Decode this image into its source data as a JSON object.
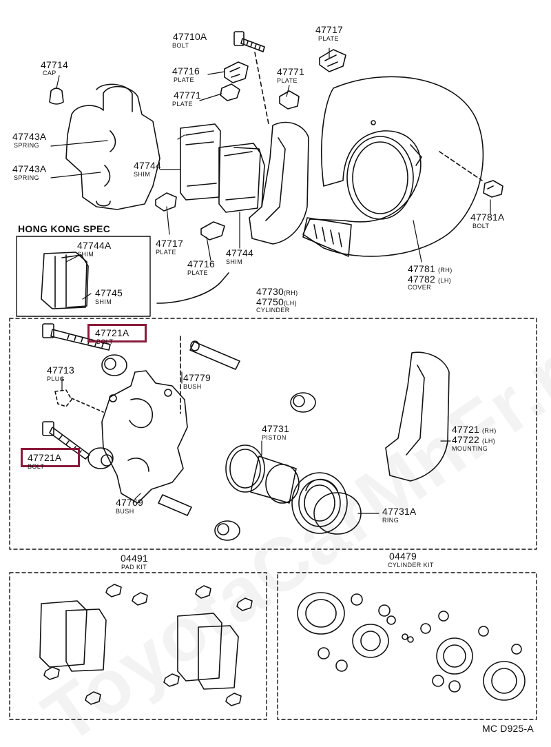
{
  "watermark": "ToyotaCarMnFr.ru",
  "code": "MC D925-A",
  "hk_title": "HONG KONG SPEC",
  "parts": [
    {
      "num": "47710A",
      "desc": "BOLT"
    },
    {
      "num": "47717",
      "desc": "PLATE"
    },
    {
      "num": "47714",
      "desc": "CAP"
    },
    {
      "num": "47716",
      "desc": "PLATE"
    },
    {
      "num": "47771",
      "desc": "PLATE"
    },
    {
      "num": "47771",
      "desc": "PLATE"
    },
    {
      "num": "47743A",
      "desc": "SPRING"
    },
    {
      "num": "47743A",
      "desc": "SPRING"
    },
    {
      "num": "47744",
      "desc": "SHIM"
    },
    {
      "num": "47781A",
      "desc": "BOLT"
    },
    {
      "num": "47744A",
      "desc": "SHIM"
    },
    {
      "num": "47745",
      "desc": "SHIM"
    },
    {
      "num": "47717",
      "desc": "PLATE"
    },
    {
      "num": "47716",
      "desc": "PLATE"
    },
    {
      "num": "47744",
      "desc": "SHIM"
    },
    {
      "num": "47721A",
      "desc": "BOLT"
    },
    {
      "num": "47713",
      "desc": "PLUG"
    },
    {
      "num": "47779",
      "desc": "BUSH"
    },
    {
      "num": "47721A",
      "desc": "BOLT"
    },
    {
      "num": "47731",
      "desc": "PISTON"
    },
    {
      "num": "47769",
      "desc": "BUSH"
    },
    {
      "num": "47731A",
      "desc": "RING"
    },
    {
      "num": "04491",
      "desc": "PAD KIT"
    },
    {
      "num": "04479",
      "desc": "CYLINDER KIT"
    }
  ],
  "cover": {
    "num1": "47781",
    "rh": "(RH)",
    "num2": "47782",
    "lh": "(LH)",
    "desc": "COVER"
  },
  "cylinder": {
    "num1": "47730",
    "rh": "(RH)",
    "num2": "47750",
    "lh": "(LH)",
    "desc": "CYLINDER"
  },
  "mounting": {
    "num1": "47721",
    "rh": "(RH)",
    "num2": "47722",
    "lh": "(LH)",
    "desc": "MOUNTING"
  }
}
